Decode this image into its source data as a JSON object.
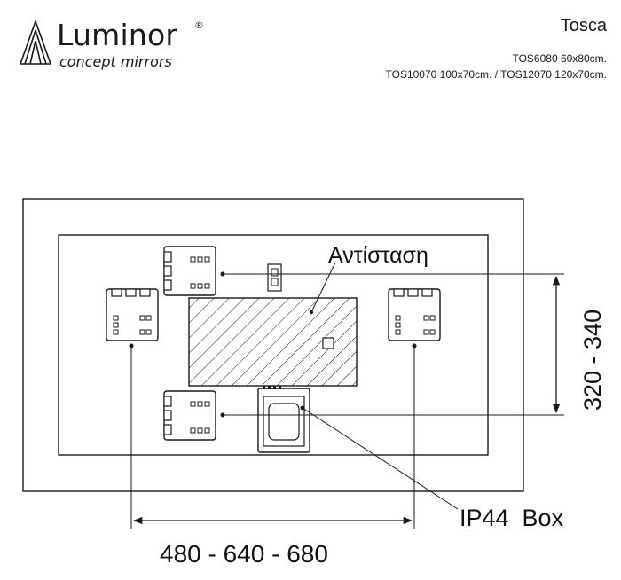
{
  "brand": {
    "name": "Luminor",
    "registered_mark": "®",
    "tagline": "concept mirrors"
  },
  "product": {
    "title": "Tosca",
    "model_line_1": "TOS6080 60x80cm.",
    "model_line_2": "TOS10070 100x70cm. / TOS12070 120x70cm."
  },
  "diagram": {
    "label_heater": "Αντίσταση",
    "label_box": "IP44  Box",
    "dim_horizontal": "480 - 640 - 680",
    "dim_vertical": "320 - 340"
  },
  "colors": {
    "line": "#1a1a1a",
    "background": "#ffffff"
  }
}
